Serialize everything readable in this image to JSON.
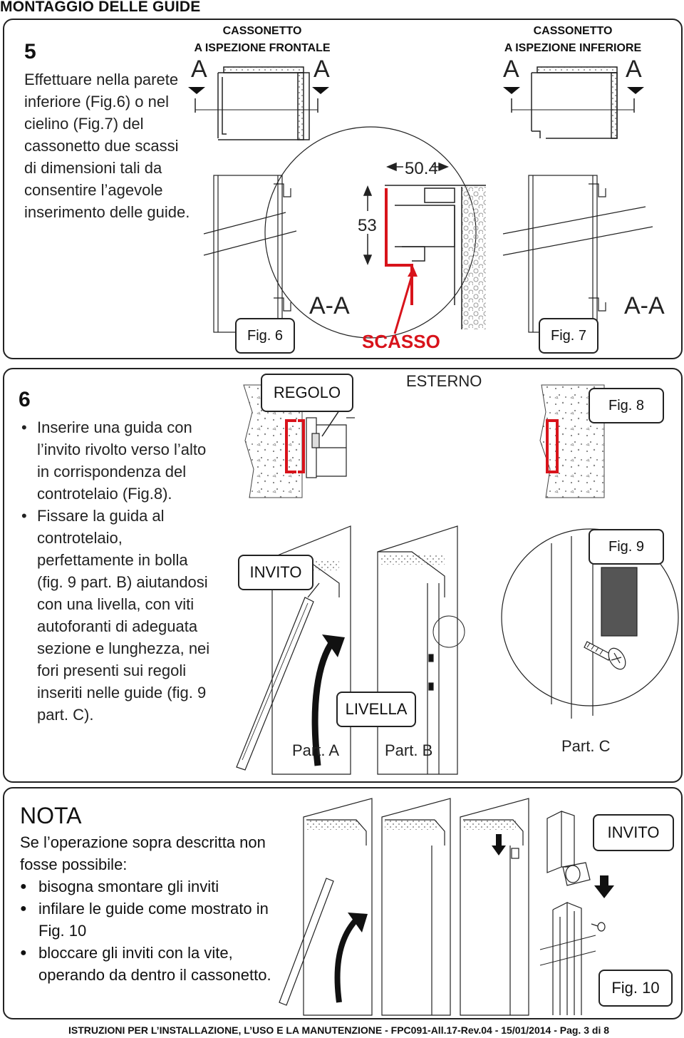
{
  "header": {
    "title": "MONTAGGIO DELLE GUIDE"
  },
  "step5": {
    "number": "5",
    "text": "Effettuare nella parete inferiore (Fig.6) o nel cielino (Fig.7) del cassonetto due scassi di  dimensioni tali da consentire l’agevole inserimento delle guide.",
    "section_front_line1": "CASSONETTO",
    "section_front_line2": "A ISPEZIONE FRONTALE",
    "section_bottom_line1": "CASSONETTO",
    "section_bottom_line2": "A ISPEZIONE INFERIORE",
    "letter_a": "A",
    "section_aa": "A-A",
    "dim_width": "50.4",
    "dim_height": "53",
    "fig6": "Fig. 6",
    "fig7": "Fig. 7",
    "scasso": "SCASSO"
  },
  "step6": {
    "number": "6",
    "bullets": [
      "Inserire una guida con l’invito  rivolto verso l’alto in corrispondenza del controtelaio (Fig.8).",
      "Fissare la guida al controtelaio, perfettamente in bolla (fig. 9 part. B) aiutandosi con una livella, con viti autoforanti di adeguata sezione e lunghezza, nei fori  presenti sui regoli inseriti nelle guide (fig. 9 part. C)."
    ],
    "regolo": "REGOLO",
    "esterno": "ESTERNO",
    "fig8": "Fig. 8",
    "fig9": "Fig. 9",
    "invito": "INVITO",
    "livella": "LIVELLA",
    "part_a": "Part. A",
    "part_b": "Part. B",
    "part_c": "Part. C"
  },
  "nota": {
    "title": "NOTA",
    "intro": "Se l’operazione sopra descritta non fosse possibile:",
    "bullets": [
      "bisogna smontare gli inviti",
      "infilare le guide come mostrato in Fig. 10",
      "bloccare gli inviti con la vite, operando da dentro il cassonetto."
    ],
    "invito": "INVITO",
    "fig10": "Fig. 10"
  },
  "footer": {
    "text": "ISTRUZIONI PER L’INSTALLAZIONE, L’USO E LA MANUTENZIONE  - FPC091-All.17-Rev.04 - 15/01/2014 - Pag. 3 di 8"
  },
  "colors": {
    "accent_red": "#d8131b",
    "stroke": "#222222"
  }
}
